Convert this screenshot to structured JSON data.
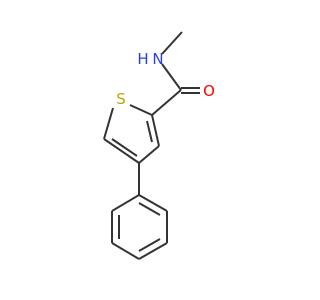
{
  "molecule": {
    "atoms": {
      "sulfur": {
        "label": "S",
        "color": "#b8a800"
      },
      "amide_nitrogen": {
        "label": "N",
        "color": "#2e3fe0"
      },
      "amide_hydrogen": {
        "label": "H",
        "color": "#2e3fe0"
      },
      "carbonyl_oxygen": {
        "label": "O",
        "color": "#ff0000"
      }
    },
    "bond_color": "#333333"
  }
}
